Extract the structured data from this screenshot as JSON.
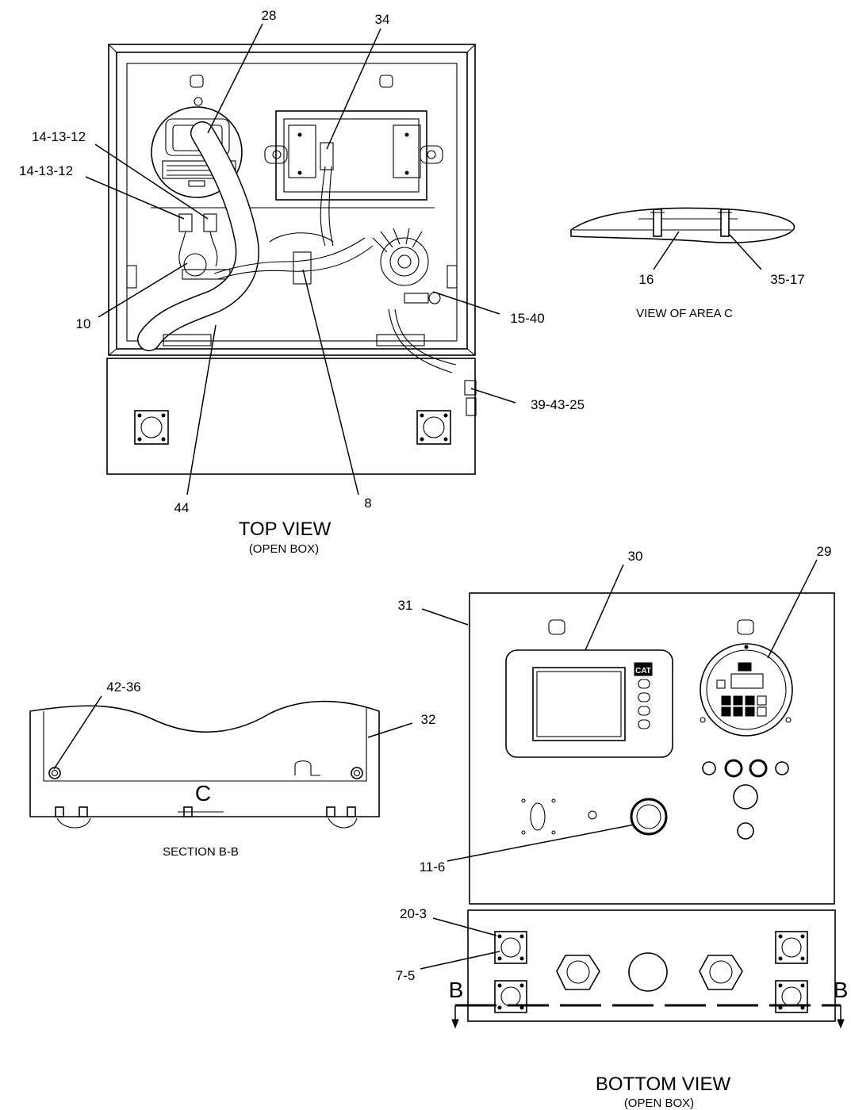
{
  "top_view": {
    "title": "TOP VIEW",
    "subtitle": "(OPEN BOX)",
    "callouts": {
      "c28": "28",
      "c34": "34",
      "c14a": "14-13-12",
      "c14b": "14-13-12",
      "c10": "10",
      "c15": "15-40",
      "c39": "39-43-25",
      "c44": "44",
      "c8": "8"
    }
  },
  "area_c": {
    "caption": "VIEW OF AREA C",
    "callouts": {
      "c16": "16",
      "c35": "35-17"
    }
  },
  "section_bb": {
    "caption": "SECTION B-B",
    "area_mark": "C",
    "callouts": {
      "c42": "42-36",
      "c32": "32"
    }
  },
  "bottom_view": {
    "title": "BOTTOM VIEW",
    "subtitle": "(OPEN BOX)",
    "section_letter_left": "B",
    "section_letter_right": "B",
    "brand_mark": "CAT",
    "callouts": {
      "c30": "30",
      "c29": "29",
      "c31": "31",
      "c11": "11-6",
      "c20": "20-3",
      "c7": "7-5"
    }
  }
}
